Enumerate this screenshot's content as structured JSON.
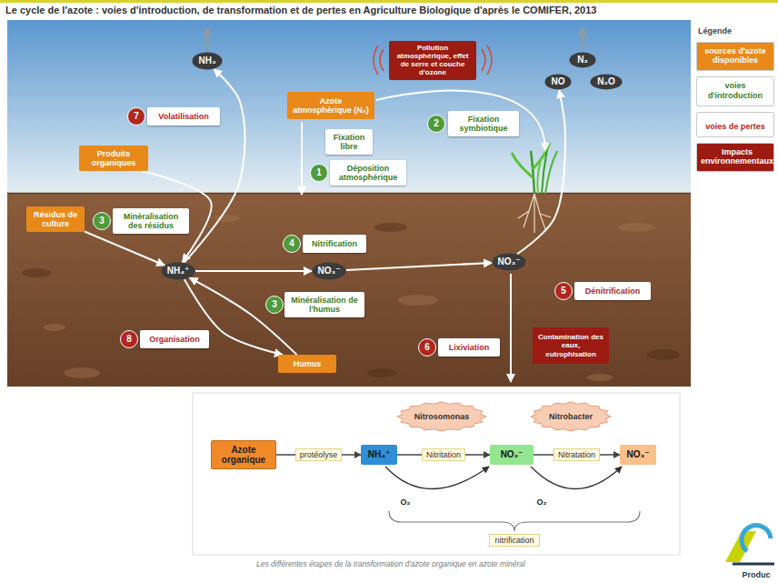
{
  "diagram": {
    "title": "Le cycle de l'azote : voies d'introduction, de transformation et de pertes en Agriculture Biologique d'après le COMIFER, 2013",
    "caption": "Les différentes étapes de la transformation d'azote organique en azote minéral",
    "nodes": [
      {
        "text": [
          "NH₃"
        ]
      },
      {
        "text": [
          "7"
        ]
      },
      {
        "text": [
          "Volatilisation"
        ]
      },
      {
        "text": [
          "Pollution atmosphérique, effet de serre et couche d'ozone"
        ]
      },
      {
        "text": [
          "N₂"
        ]
      },
      {
        "text": [
          "NO"
        ]
      },
      {
        "text": [
          "N₂O"
        ]
      },
      {
        "text": [
          "Azote atmosphérique (N₂)"
        ]
      },
      {
        "text": [
          "2"
        ]
      },
      {
        "text": [
          "Fixation symbiotique"
        ]
      },
      {
        "text": [
          "Fixation libre"
        ]
      },
      {
        "text": [
          "1"
        ]
      },
      {
        "text": [
          "Déposition atmosphérique"
        ]
      },
      {
        "text": [
          "Produits organiques"
        ]
      },
      {
        "text": [
          "Résidus de culture"
        ]
      },
      {
        "text": [
          "3"
        ]
      },
      {
        "text": [
          "Minéralisation des résidus"
        ]
      },
      {
        "text": [
          "4"
        ]
      },
      {
        "text": [
          "Nitrification"
        ]
      },
      {
        "text": [
          "NH₄⁺"
        ]
      },
      {
        "text": [
          "NO₃⁻"
        ]
      },
      {
        "text": [
          "NO₃⁻"
        ]
      },
      {
        "text": [
          "5"
        ]
      },
      {
        "text": [
          "Dénitrification"
        ]
      },
      {
        "text": [
          "3"
        ]
      },
      {
        "text": [
          "Minéralisation de l'humus"
        ]
      },
      {
        "text": [
          "8"
        ]
      },
      {
        "text": [
          "Organisation"
        ]
      },
      {
        "text": [
          "6"
        ]
      },
      {
        "text": [
          "Lixiviation"
        ]
      },
      {
        "text": [
          "Contamination des eaux, eutrophisation"
        ]
      },
      {
        "text": [
          "Humus"
        ]
      },
      {
        "text": [
          "Azote organique"
        ]
      },
      {
        "text": [
          "Nitrosomonas"
        ]
      },
      {
        "text": [
          "Nitrobacter"
        ]
      },
      {
        "text": [
          "NH₄⁺"
        ]
      },
      {
        "text": [
          "NO₂⁻"
        ]
      },
      {
        "text": [
          "NO₃⁻"
        ]
      }
    ],
    "edges": [
      {
        "from": 13,
        "to": 19,
        "arrow": "to"
      },
      {
        "from": 14,
        "to": 19,
        "arrow": "to"
      },
      {
        "from": 19,
        "to": 0,
        "arrow": "to"
      },
      {
        "from": 19,
        "to": 20,
        "arrow": "to"
      },
      {
        "from": 20,
        "to": 21,
        "arrow": "to"
      },
      {
        "from": 19,
        "to": 31,
        "arrow": "to"
      },
      {
        "from": 31,
        "to": 19,
        "arrow": "to"
      },
      {
        "from": 21,
        "to": 5,
        "arrow": "to"
      },
      {
        "from": 32,
        "to": 35,
        "label": "protéolyse",
        "arrow": "to"
      },
      {
        "from": 35,
        "to": 36,
        "label": "Nitritation",
        "arrow": "to"
      },
      {
        "from": 36,
        "to": 37,
        "label": "Nitratation",
        "arrow": "to"
      }
    ],
    "labels": [
      "Légende",
      "O₂",
      "O₂",
      "nitrification",
      "Produc"
    ],
    "legend": [
      {
        "text": "sources d'azote disponibles",
        "color": "#e8891a"
      },
      {
        "text": "voies d'introduction",
        "color": "#ffffff"
      },
      {
        "text": "voies de pertes",
        "color": "#ffffff"
      },
      {
        "text": "Impacts environnementaux",
        "color": "#9c1b12"
      }
    ]
  }
}
